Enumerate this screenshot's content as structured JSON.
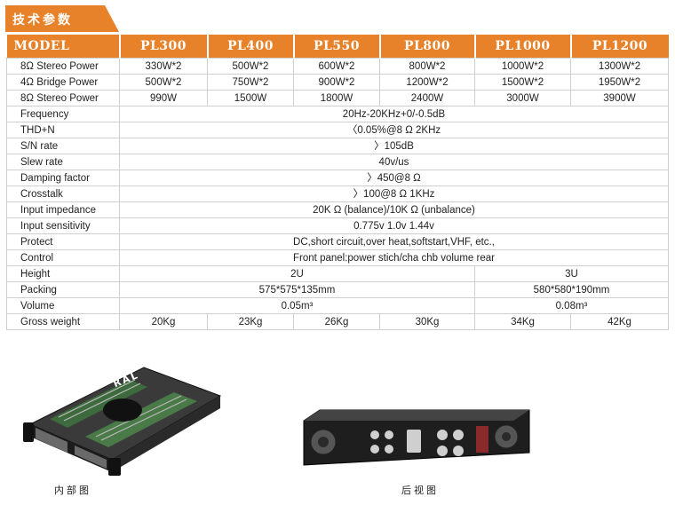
{
  "title": "技术参数",
  "header": {
    "model_label": "MODEL",
    "models": [
      "PL300",
      "PL400",
      "PL550",
      "PL800",
      "PL1000",
      "PL1200"
    ]
  },
  "rows_per_model": [
    {
      "label": "8Ω  Stereo Power",
      "values": [
        "330W*2",
        "500W*2",
        "600W*2",
        "800W*2",
        "1000W*2",
        "1300W*2"
      ]
    },
    {
      "label": "4Ω  Bridge Power",
      "values": [
        "500W*2",
        "750W*2",
        "900W*2",
        "1200W*2",
        "1500W*2",
        "1950W*2"
      ]
    },
    {
      "label": "8Ω  Stereo Power",
      "values": [
        "990W",
        "1500W",
        "1800W",
        "2400W",
        "3000W",
        "3900W"
      ]
    }
  ],
  "rows_common": [
    {
      "label": "Frequency",
      "value": "20Hz-20KHz+0/-0.5dB"
    },
    {
      "label": "THD+N",
      "value": "〈0.05%@8 Ω  2KHz"
    },
    {
      "label": "S/N rate",
      "value": "〉105dB"
    },
    {
      "label": "Slew rate",
      "value": "40v/us"
    },
    {
      "label": "Damping factor",
      "value": "〉450@8 Ω"
    },
    {
      "label": "Crosstalk",
      "value": "〉100@8 Ω  1KHz"
    },
    {
      "label": "Input impedance",
      "value": "20K Ω (balance)/10K Ω (unbalance)"
    },
    {
      "label": "Input sensitivity",
      "value": "0.775v  1.0v  1.44v"
    },
    {
      "label": "Protect",
      "value": "DC,short circuit,over heat,softstart,VHF, etc.,"
    },
    {
      "label": "Control",
      "value": "Front panel:power stich/cha chb volume rear"
    }
  ],
  "rows_split": [
    {
      "label": "Height",
      "left": "2U",
      "right": "3U"
    },
    {
      "label": "Packing",
      "left": "575*575*135mm",
      "right": "580*580*190mm"
    },
    {
      "label": "Volume",
      "left": "0.05m³",
      "right": "0.08m³"
    }
  ],
  "gross_weight": {
    "label": "Gross weight",
    "values": [
      "20Kg",
      "23Kg",
      "26Kg",
      "30Kg",
      "34Kg",
      "42Kg"
    ]
  },
  "captions": {
    "interior": "内部图",
    "rear": "后视图"
  },
  "photo_text": {
    "brand": "RAL"
  },
  "colors": {
    "header_orange": "#e8822a",
    "text": "#222222",
    "grid": "#cfcfcf"
  }
}
